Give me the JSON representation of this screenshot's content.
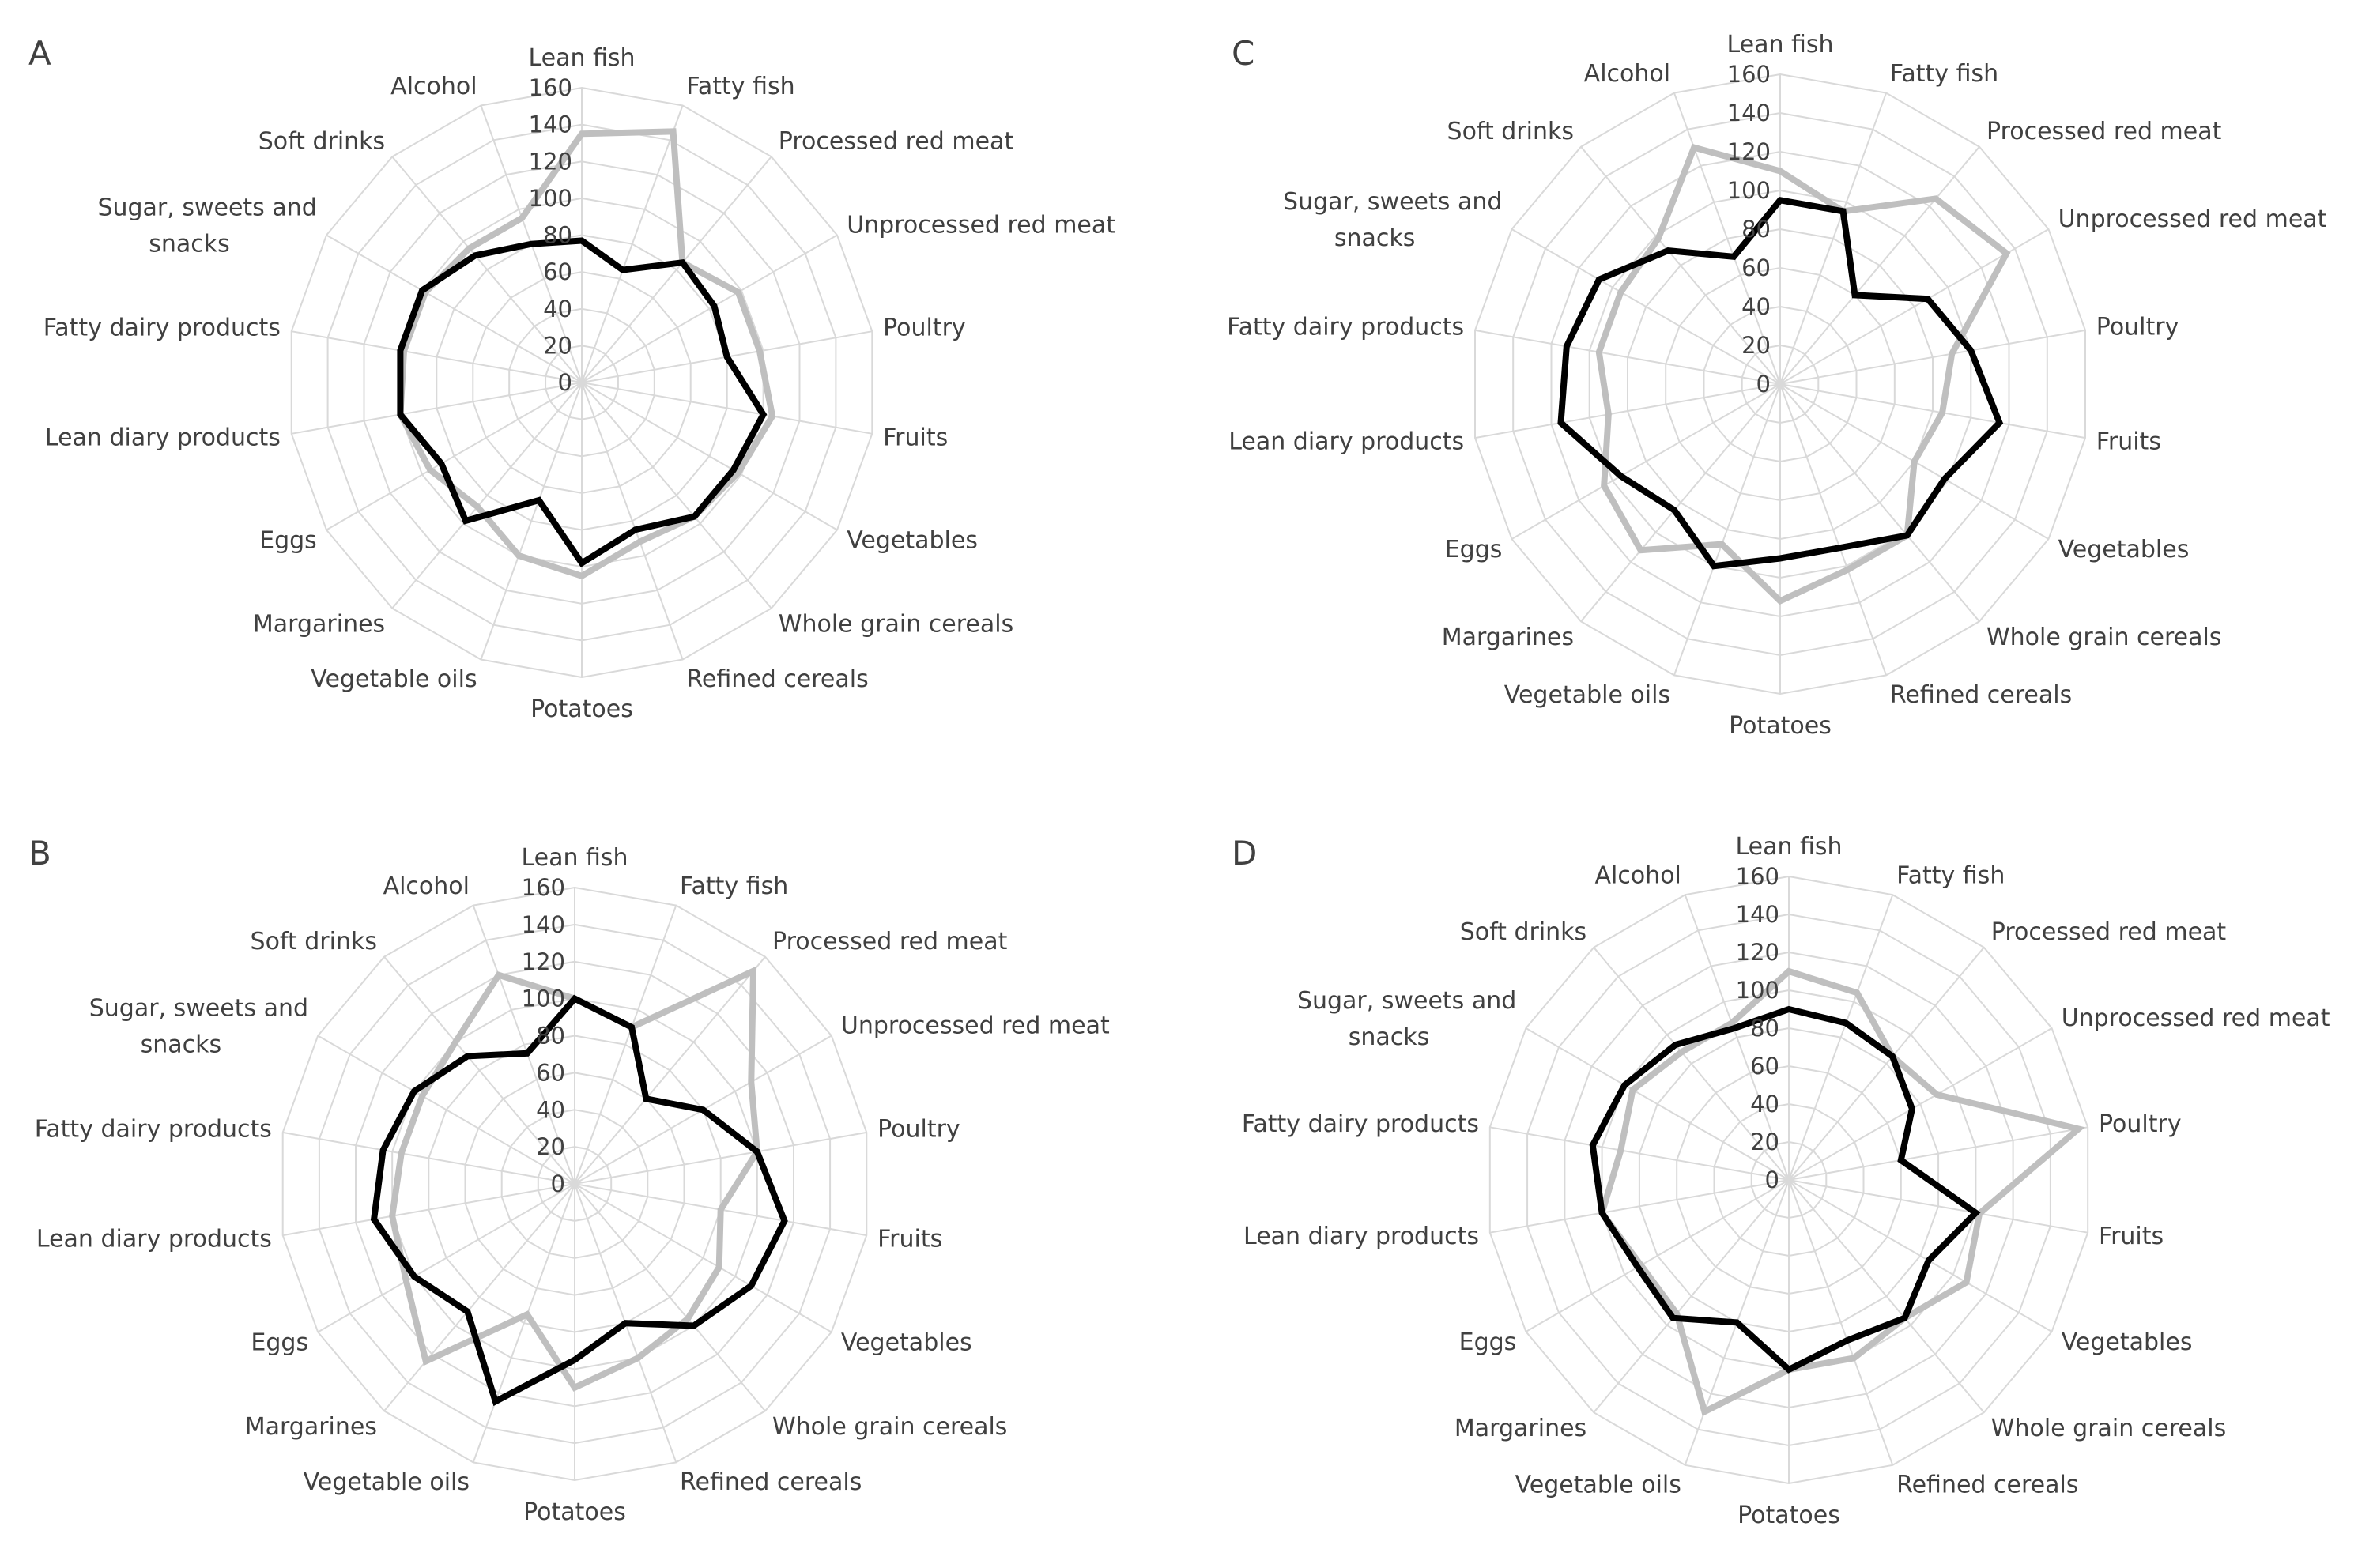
{
  "chart_data": [
    {
      "type": "radar",
      "panel_label": "A",
      "rlim": [
        0,
        160
      ],
      "ticks": [
        0,
        20,
        40,
        60,
        80,
        100,
        120,
        140,
        160
      ],
      "categories": [
        "Lean fish",
        "Fatty fish",
        "Processed red meat",
        "Unprocessed red meat",
        "Poultry",
        "Fruits",
        "Vegetables",
        "Whole grain cereals",
        "Refined cereals",
        "Potatoes",
        "Vegetable oils",
        "Margarines",
        "Eggs",
        "Lean diary products",
        "Fatty dairy products",
        "Sugar, sweets and snacks",
        "Soft drinks",
        "Alcohol"
      ],
      "series": [
        {
          "color": "#000000",
          "values": [
            77,
            65,
            85,
            83,
            80,
            100,
            95,
            95,
            85,
            98,
            68,
            98,
            88,
            100,
            100,
            100,
            90,
            80
          ]
        },
        {
          "color": "#bfbfbf",
          "values": [
            135,
            145,
            85,
            98,
            98,
            105,
            98,
            95,
            92,
            105,
            100,
            88,
            95,
            100,
            98,
            98,
            95,
            95
          ]
        }
      ]
    },
    {
      "type": "radar",
      "panel_label": "B",
      "rlim": [
        0,
        160
      ],
      "ticks": [
        0,
        20,
        40,
        60,
        80,
        100,
        120,
        140,
        160
      ],
      "categories": [
        "Lean fish",
        "Fatty fish",
        "Processed red meat",
        "Unprocessed red meat",
        "Poultry",
        "Fruits",
        "Vegetables",
        "Whole grain cereals",
        "Refined cereals",
        "Potatoes",
        "Vegetable oils",
        "Margarines",
        "Eggs",
        "Lean diary products",
        "Fatty dairy products",
        "Sugar, sweets and snacks",
        "Soft drinks",
        "Alcohol"
      ],
      "series": [
        {
          "color": "#000000",
          "values": [
            100,
            90,
            60,
            80,
            100,
            115,
            110,
            100,
            80,
            95,
            125,
            90,
            100,
            110,
            105,
            100,
            90,
            75
          ]
        },
        {
          "color": "#bfbfbf",
          "values": [
            100,
            90,
            150,
            110,
            100,
            80,
            90,
            95,
            100,
            110,
            75,
            125,
            105,
            100,
            95,
            95,
            100,
            120
          ]
        }
      ]
    },
    {
      "type": "radar",
      "panel_label": "C",
      "rlim": [
        0,
        160
      ],
      "ticks": [
        0,
        20,
        40,
        60,
        80,
        100,
        120,
        140,
        160
      ],
      "categories": [
        "Lean fish",
        "Fatty fish",
        "Processed red meat",
        "Unprocessed red meat",
        "Poultry",
        "Fruits",
        "Vegetables",
        "Whole grain cereals",
        "Refined cereals",
        "Potatoes",
        "Vegetable oils",
        "Margarines",
        "Eggs",
        "Lean diary products",
        "Fatty dairy products",
        "Sugar, sweets and snacks",
        "Soft drinks",
        "Alcohol"
      ],
      "series": [
        {
          "color": "#000000",
          "values": [
            95,
            95,
            60,
            88,
            100,
            115,
            98,
            102,
            90,
            90,
            100,
            85,
            95,
            115,
            112,
            108,
            90,
            70
          ]
        },
        {
          "color": "#bfbfbf",
          "values": [
            110,
            95,
            125,
            135,
            90,
            85,
            80,
            102,
            102,
            112,
            88,
            112,
            105,
            90,
            95,
            95,
            98,
            130
          ]
        }
      ]
    },
    {
      "type": "radar",
      "panel_label": "D",
      "rlim": [
        0,
        160
      ],
      "ticks": [
        0,
        20,
        40,
        60,
        80,
        100,
        120,
        140,
        160
      ],
      "categories": [
        "Lean fish",
        "Fatty fish",
        "Processed red meat",
        "Unprocessed red meat",
        "Poultry",
        "Fruits",
        "Vegetables",
        "Whole grain cereals",
        "Refined cereals",
        "Potatoes",
        "Vegetable oils",
        "Margarines",
        "Eggs",
        "Lean diary products",
        "Fatty dairy products",
        "Sugar, sweets and snacks",
        "Soft drinks",
        "Alcohol"
      ],
      "series": [
        {
          "color": "#000000",
          "values": [
            90,
            88,
            85,
            75,
            60,
            100,
            85,
            95,
            90,
            100,
            80,
            95,
            92,
            100,
            105,
            100,
            93,
            85
          ]
        },
        {
          "color": "#bfbfbf",
          "values": [
            110,
            105,
            85,
            90,
            155,
            102,
            108,
            95,
            100,
            100,
            130,
            92,
            90,
            100,
            90,
            95,
            88,
            88
          ]
        }
      ]
    }
  ]
}
